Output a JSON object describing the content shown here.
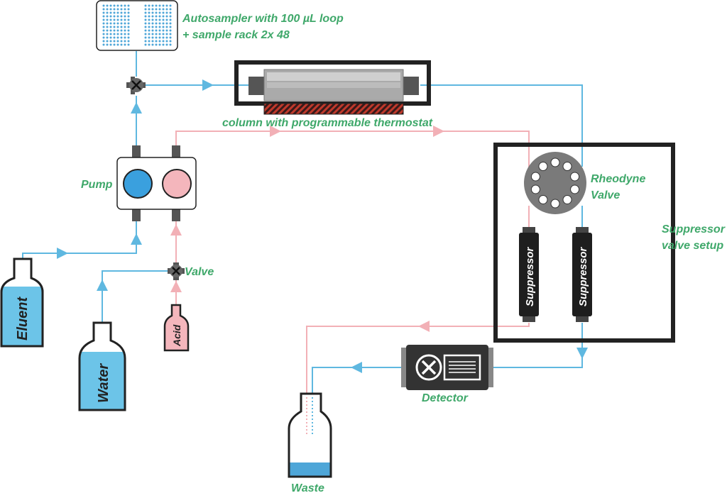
{
  "colors": {
    "eluent_line": "#5fb8e0",
    "acid_line": "#f2b0b6",
    "label_green": "#3fa86a",
    "dark": "#222222",
    "heater": "#c0392b"
  },
  "labels": {
    "autosampler_line1": "Autosampler with 100 µL loop",
    "autosampler_line2": "+ sample rack 2x 48",
    "column": "column with programmable thermostat",
    "pump": "Pump",
    "valve": "Valve",
    "rheodyne_line1": "Rheodyne",
    "rheodyne_line2": "Valve",
    "suppressor_setup_line1": "Suppressor",
    "suppressor_setup_line2": "valve setup",
    "suppressor_left": "Suppressor",
    "suppressor_right": "Suppressor",
    "detector": "Detector",
    "waste": "Waste",
    "eluent": "Eluent",
    "water": "Water",
    "acid": "Acid"
  }
}
